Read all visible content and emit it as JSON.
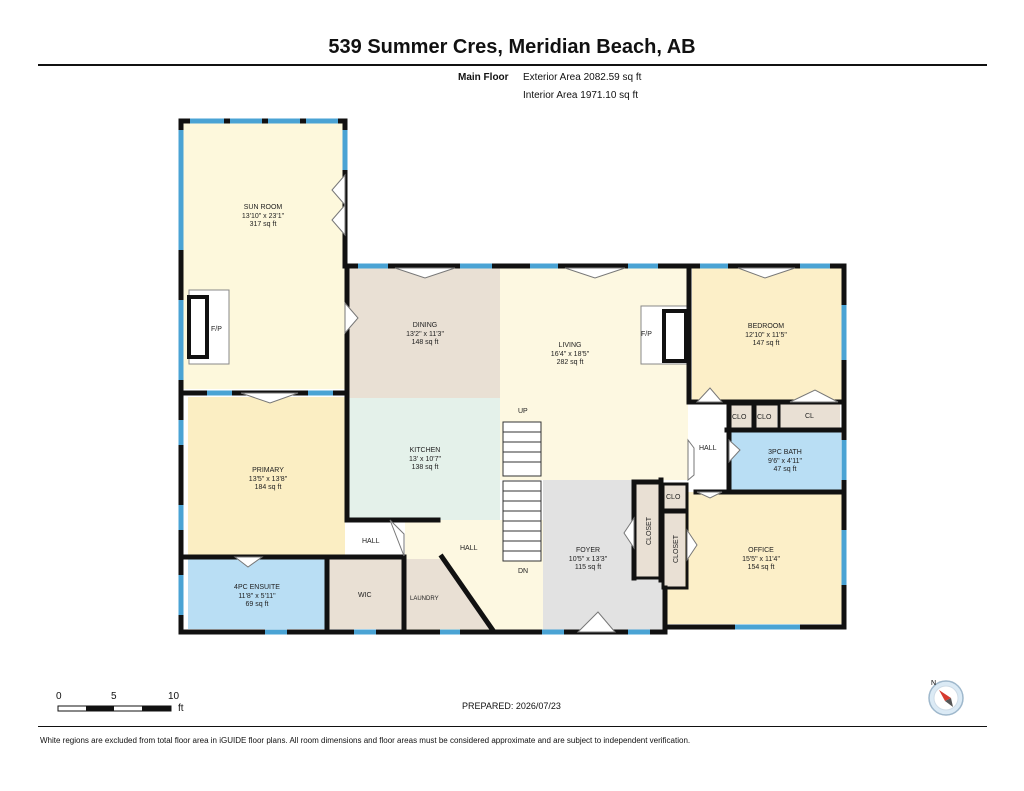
{
  "header": {
    "address": "539 Summer Cres, Meridian Beach, AB",
    "floor_label": "Main Floor",
    "exterior_area": "Exterior Area 2082.59 sq ft",
    "interior_area": "Interior Area 1971.10 sq ft"
  },
  "rooms": {
    "sun_room": {
      "name": "SUN ROOM",
      "dims": "13'10\" x 23'1\"",
      "area": "317 sq ft"
    },
    "dining": {
      "name": "DINING",
      "dims": "13'2\" x 11'3\"",
      "area": "148 sq ft"
    },
    "living": {
      "name": "LIVING",
      "dims": "16'4\" x 18'5\"",
      "area": "282 sq ft"
    },
    "bedroom": {
      "name": "BEDROOM",
      "dims": "12'10\" x 11'5\"",
      "area": "147 sq ft"
    },
    "kitchen": {
      "name": "KITCHEN",
      "dims": "13' x 10'7\"",
      "area": "138 sq ft"
    },
    "primary": {
      "name": "PRIMARY",
      "dims": "13'5\" x 13'8\"",
      "area": "184 sq ft"
    },
    "bath3": {
      "name": "3PC BATH",
      "dims": "9'6\" x 4'11\"",
      "area": "47 sq ft"
    },
    "office": {
      "name": "OFFICE",
      "dims": "15'5\" x 11'4\"",
      "area": "154 sq ft"
    },
    "foyer": {
      "name": "FOYER",
      "dims": "10'5\" x 13'3\"",
      "area": "115 sq ft"
    },
    "ensuite": {
      "name": "4PC ENSUITE",
      "dims": "11'8\" x 5'11\"",
      "area": "69 sq ft"
    }
  },
  "labels": {
    "fp": "F/P",
    "wic": "WIC",
    "laundry": "LAUNDRY",
    "hall": "HALL",
    "clo": "CLO",
    "cl": "CL",
    "closet": "CLOSET",
    "up": "UP",
    "dn": "DN"
  },
  "footer": {
    "prepared": "PREPARED: 2026/07/23",
    "scale_0": "0",
    "scale_5": "5",
    "scale_10": "10",
    "scale_unit": "ft",
    "note": "White regions are excluded from total floor area in iGUIDE floor plans. All room dimensions and floor areas must be considered approximate and are subject to independent verification.",
    "compass_n": "N"
  },
  "colors": {
    "wall": "#111111",
    "window": "#4aa3d4",
    "sun_room": "#fdf8dc",
    "dining": "#e9e0d4",
    "living": "#fdf8e1",
    "bedroom": "#fcefc8",
    "kitchen": "#e4f1ea",
    "primary": "#fbeec3",
    "bath": "#b9def4",
    "office": "#fcefc8",
    "foyer": "#e2e2e2",
    "utility": "#e9e0d4"
  }
}
